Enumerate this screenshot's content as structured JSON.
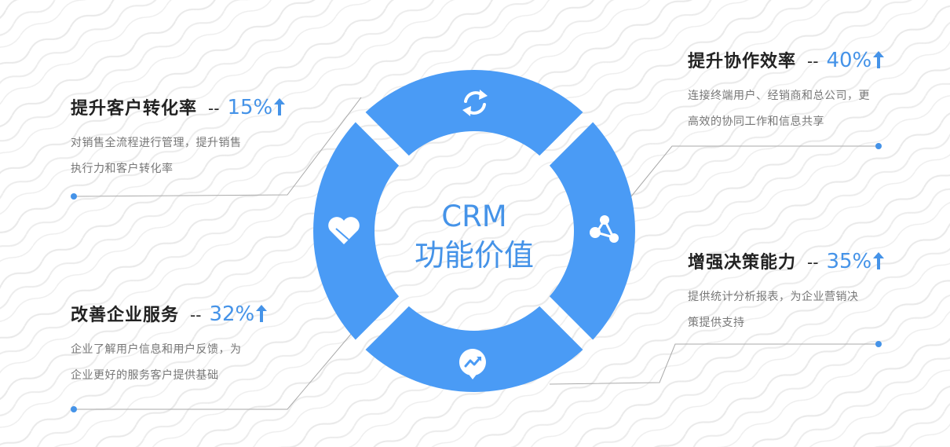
{
  "center": {
    "line1": "CRM",
    "line2": "功能价值"
  },
  "items": [
    {
      "title": "提升客户转化率",
      "dash": "--",
      "percent": "15%",
      "desc_line1": "对销售全流程进行管理，提升销售",
      "desc_line2": "执行力和客户转化率"
    },
    {
      "title": "提升协作效率",
      "dash": "--",
      "percent": "40%",
      "desc_line1": "连接终端用户、经销商和总公司，更",
      "desc_line2": "高效的协同工作和信息共享"
    },
    {
      "title": "改善企业服务",
      "dash": "--",
      "percent": "32%",
      "desc_line1": "企业了解用户信息和用户反馈，为",
      "desc_line2": "企业更好的服务客户提供基础"
    },
    {
      "title": "增强决策能力",
      "dash": "--",
      "percent": "35%",
      "desc_line1": "提供统计分析报表，为企业营销决",
      "desc_line2": "策提供支持"
    }
  ],
  "segment_icons": [
    "refresh-icon",
    "share-icon",
    "trend-pin-icon",
    "heart-icon"
  ],
  "colors": {
    "accent": "#4a9bf5",
    "text_accent": "#4593e8",
    "title": "#222222",
    "desc": "#777777",
    "line": "#aaaaaa"
  }
}
